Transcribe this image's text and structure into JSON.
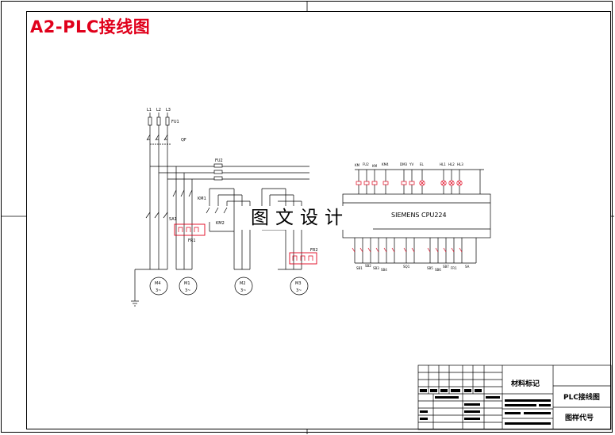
{
  "sheet": {
    "title": "A2-PLC接线图",
    "watermark": "图文设计"
  },
  "supply": {
    "phases": [
      "L1",
      "L2",
      "L3"
    ],
    "fuse": "FU1",
    "breaker": "QF"
  },
  "power_circuit": {
    "fuse_group": "FU2",
    "contactors": [
      "KM1",
      "KM2"
    ],
    "thermal_relays": [
      "FR1",
      "FR2"
    ],
    "switch": "SA1",
    "motors": [
      {
        "id": "M4",
        "phase": "3~"
      },
      {
        "id": "M1",
        "phase": "3~"
      },
      {
        "id": "M2",
        "phase": "3~"
      },
      {
        "id": "M3",
        "phase": "3~"
      }
    ]
  },
  "plc": {
    "model": "SIEMENS  CPU224",
    "top_labels": [
      "KM",
      "FU2",
      "KM",
      "KM4",
      "DM3",
      "YV",
      "EL",
      "HL1",
      "HL2",
      "HL3"
    ],
    "bottom_labels": [
      "SB1",
      "SB2",
      "SB3",
      "SB4",
      "SQ1",
      "SB5",
      "SB6",
      "SB7",
      "FR1",
      "SA"
    ]
  },
  "title_block": {
    "material": "材料标记",
    "drawing_name": "PLC接线图",
    "drawing_code": "图样代号"
  }
}
